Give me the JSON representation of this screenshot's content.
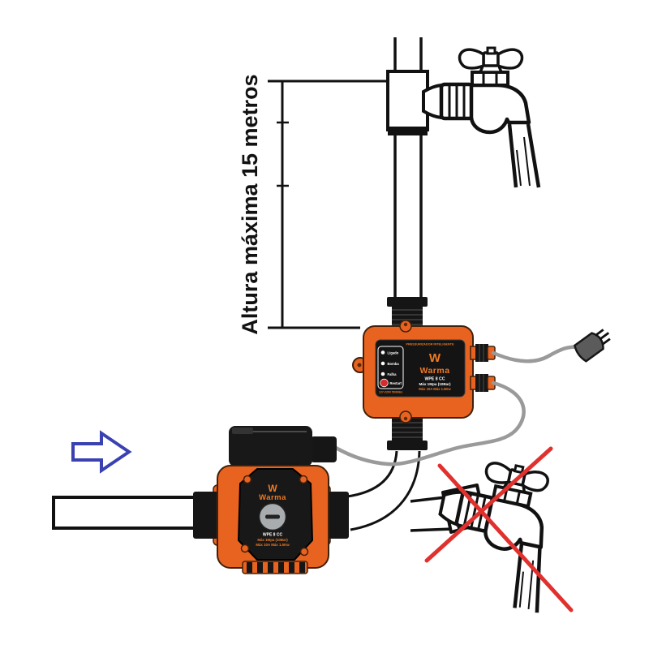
{
  "annotation": {
    "dimension_label": "Altura máxima 15 metros"
  },
  "controller": {
    "header": "PRESSURIZADOR INTELIGENTE",
    "logo_glyph": "W",
    "brand": "Warma",
    "led_labels": [
      "Ligado",
      "Bomba",
      "Falha"
    ],
    "reset_label": "Restart",
    "model": "WPE 8 CC",
    "pressure_spec": "Máx 1Mpa (10Bar)",
    "power_spec": "Máx 10A Máx 1.5Kw",
    "voltage": "127-220V 50/60Hz"
  },
  "pump": {
    "logo_glyph": "W",
    "brand": "Warma",
    "model": "WPE 8 CC",
    "pressure_spec": "Máx 1Mpa (10Bar)",
    "power_spec": "Máx 10A Máx 1.5Kw"
  },
  "colors": {
    "orange": "#E96320",
    "line_black": "#111111",
    "cable_gray": "#9A9A9A",
    "prohibition_red": "#E0312E",
    "arrow_blue": "#3A41B0"
  }
}
